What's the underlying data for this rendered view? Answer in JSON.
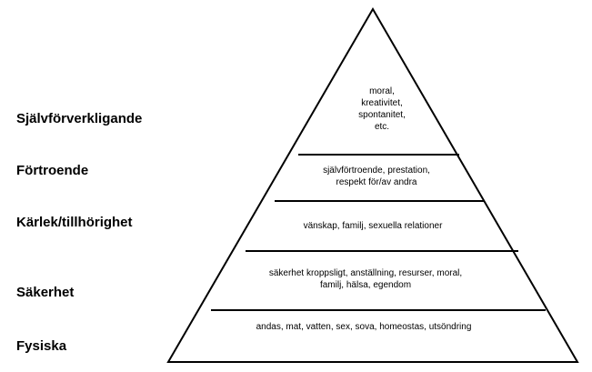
{
  "pyramid": {
    "levels": [
      {
        "label": "Självförverkligande",
        "content": [
          "moral,",
          "kreativitet,",
          "spontanitet,",
          "etc."
        ]
      },
      {
        "label": "Förtroende",
        "content": [
          "självförtroende, prestation,",
          "respekt för/av andra"
        ]
      },
      {
        "label": "Kärlek/tillhörighet",
        "content": [
          "vänskap, familj, sexuella relationer"
        ]
      },
      {
        "label": "Säkerhet",
        "content": [
          "säkerhet kroppsligt, anställning, resurser, moral,",
          "familj, hälsa, egendom"
        ]
      },
      {
        "label": "Fysiska",
        "content": [
          "andas, mat, vatten, sex, sova, homeostas, utsöndring"
        ]
      }
    ]
  }
}
